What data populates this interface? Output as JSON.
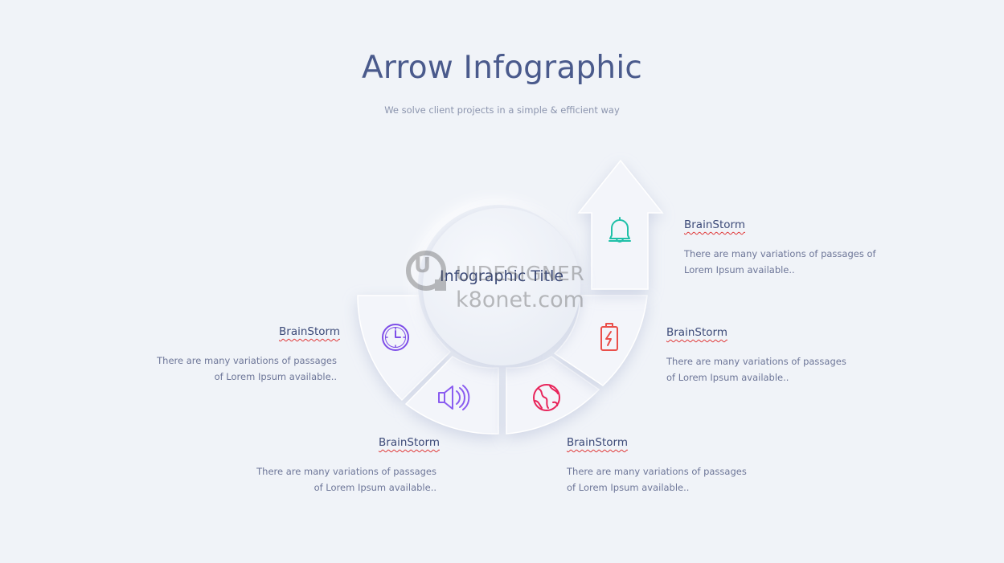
{
  "title": "Arrow Infographic",
  "subtitle": "We solve client projects in a simple & efficient way",
  "center_title": "Infographic Title",
  "watermark": {
    "line1": "UIDESIGNER",
    "line2": "k8onet.com",
    "logo_letter": "U"
  },
  "items": [
    {
      "heading": "BrainStorm",
      "desc": "There are many variations of passages of Lorem Ipsum available..",
      "icon": "bell-icon",
      "color": "#20c0a8"
    },
    {
      "heading": "BrainStorm",
      "desc": "There are many variations of passages of Lorem Ipsum available..",
      "icon": "battery-charging-icon",
      "color": "#ea4f4a"
    },
    {
      "heading": "BrainStorm",
      "desc": "There are many variations of passages of Lorem Ipsum available..",
      "icon": "globe-icon",
      "color": "#e8245a"
    },
    {
      "heading": "BrainStorm",
      "desc": "There are many variations of passages of Lorem Ipsum available..",
      "icon": "speaker-icon",
      "color": "#8a5cf0"
    },
    {
      "heading": "BrainStorm",
      "desc": "There are many variations of passages of Lorem Ipsum available..",
      "icon": "clock-icon",
      "color": "#7e4ee8"
    }
  ]
}
